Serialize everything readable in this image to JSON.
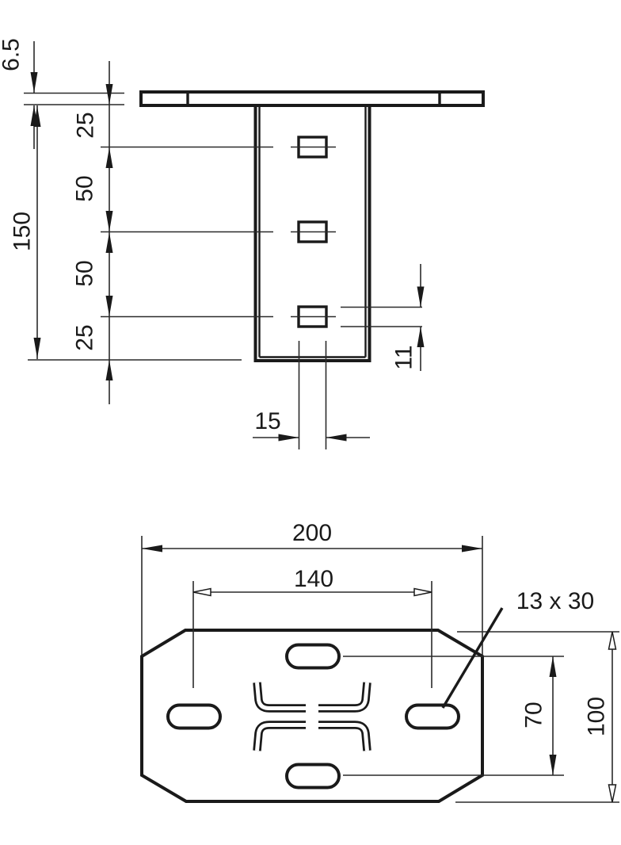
{
  "drawing": {
    "background": "#ffffff",
    "line_color": "#1a1a1a",
    "front_view": {
      "plate_thickness": "6.5",
      "profile_height": "150",
      "dimension_chain": [
        "25",
        "50",
        "50",
        "25"
      ],
      "hole_height": "11",
      "hole_width": "15"
    },
    "plan_view": {
      "plate_length": "200",
      "slot_center_distance_x": "140",
      "slot_size": "13 x 30",
      "slot_center_distance_y": "70",
      "plate_width": "100"
    }
  }
}
